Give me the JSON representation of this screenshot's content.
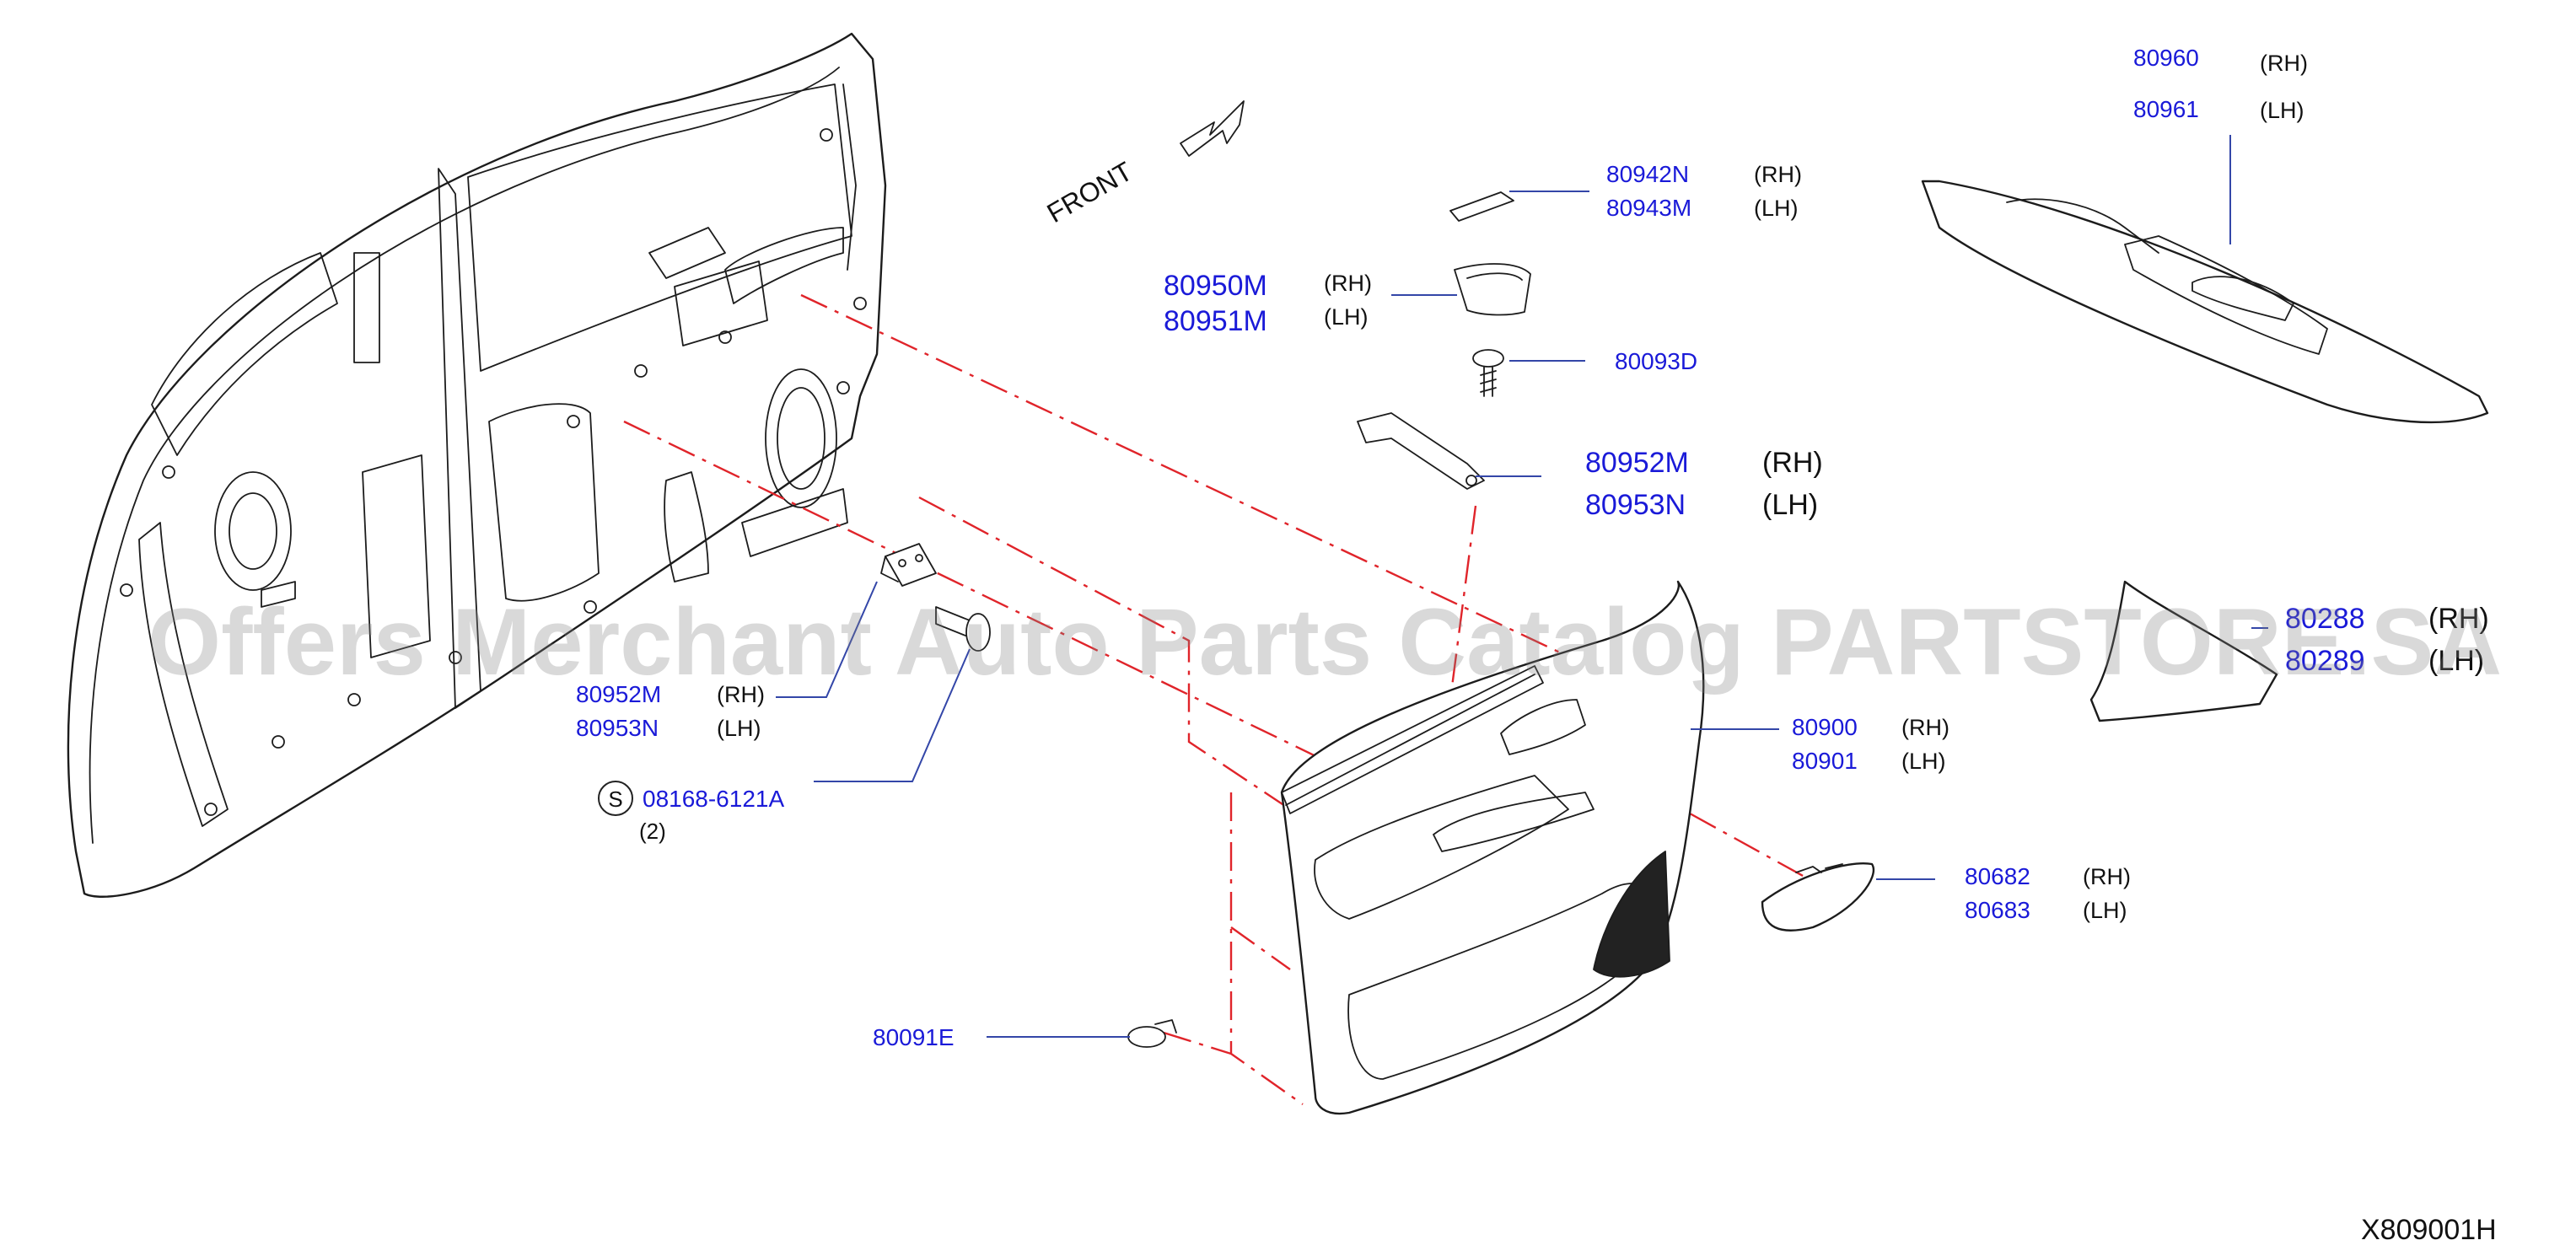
{
  "diagram": {
    "front_label": "FRONT",
    "drawing_id": "X809001H",
    "watermark": "Offers Merchant Auto Parts Catalog PARTSTORE.SA"
  },
  "callouts": [
    {
      "id": "c-80960",
      "lines": [
        {
          "part": "80960",
          "side": "(RH)"
        },
        {
          "part": "80961",
          "side": "(LH)"
        }
      ]
    },
    {
      "id": "c-80942",
      "lines": [
        {
          "part": "80942N",
          "side": "(RH)"
        },
        {
          "part": "80943M",
          "side": "(LH)"
        }
      ]
    },
    {
      "id": "c-80950",
      "lines": [
        {
          "part": "80950M",
          "side": "(RH)"
        },
        {
          "part": "80951M",
          "side": "(LH)"
        }
      ]
    },
    {
      "id": "c-80093",
      "lines": [
        {
          "part": "80093D",
          "side": ""
        }
      ]
    },
    {
      "id": "c-80952-upper",
      "lines": [
        {
          "part": "80952M",
          "side": "(RH)"
        },
        {
          "part": "80953N",
          "side": "(LH)"
        }
      ]
    },
    {
      "id": "c-80288",
      "lines": [
        {
          "part": "80288",
          "side": "(RH)"
        },
        {
          "part": "80289",
          "side": "(LH)"
        }
      ]
    },
    {
      "id": "c-80900",
      "lines": [
        {
          "part": "80900",
          "side": "(RH)"
        },
        {
          "part": "80901",
          "side": "(LH)"
        }
      ]
    },
    {
      "id": "c-80682",
      "lines": [
        {
          "part": "80682",
          "side": "(RH)"
        },
        {
          "part": "80683",
          "side": "(LH)"
        }
      ]
    },
    {
      "id": "c-80952-lower",
      "lines": [
        {
          "part": "80952M",
          "side": "(RH)"
        },
        {
          "part": "80953N",
          "side": "(LH)"
        }
      ]
    },
    {
      "id": "c-08168",
      "lines": [
        {
          "part": "08168-6121A",
          "side": ""
        }
      ],
      "symbol": "S",
      "qty": "(2)"
    },
    {
      "id": "c-80091",
      "lines": [
        {
          "part": "80091E",
          "side": ""
        }
      ]
    }
  ]
}
